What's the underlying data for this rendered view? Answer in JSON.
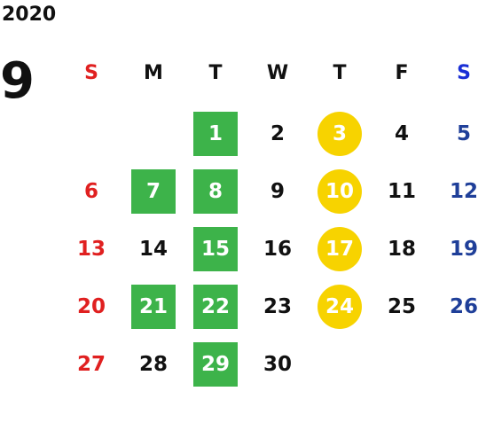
{
  "calendar": {
    "year": "2020",
    "month": "9",
    "weekdays": [
      "S",
      "M",
      "T",
      "W",
      "T",
      "F",
      "S"
    ],
    "colors": {
      "sunday": "#e02020",
      "saturday_header": "#1a2fd6",
      "saturday": "#1f3f99",
      "green_highlight": "#3db34a",
      "yellow_highlight": "#f7d300"
    },
    "weeks": [
      [
        {
          "day": "",
          "mark": "none"
        },
        {
          "day": "",
          "mark": "none"
        },
        {
          "day": "1",
          "mark": "green"
        },
        {
          "day": "2",
          "mark": "none"
        },
        {
          "day": "3",
          "mark": "yellow"
        },
        {
          "day": "4",
          "mark": "none"
        },
        {
          "day": "5",
          "mark": "none"
        }
      ],
      [
        {
          "day": "6",
          "mark": "none"
        },
        {
          "day": "7",
          "mark": "green"
        },
        {
          "day": "8",
          "mark": "green"
        },
        {
          "day": "9",
          "mark": "none"
        },
        {
          "day": "10",
          "mark": "yellow"
        },
        {
          "day": "11",
          "mark": "none"
        },
        {
          "day": "12",
          "mark": "none"
        }
      ],
      [
        {
          "day": "13",
          "mark": "none"
        },
        {
          "day": "14",
          "mark": "none"
        },
        {
          "day": "15",
          "mark": "green"
        },
        {
          "day": "16",
          "mark": "none"
        },
        {
          "day": "17",
          "mark": "yellow"
        },
        {
          "day": "18",
          "mark": "none"
        },
        {
          "day": "19",
          "mark": "none"
        }
      ],
      [
        {
          "day": "20",
          "mark": "none"
        },
        {
          "day": "21",
          "mark": "green"
        },
        {
          "day": "22",
          "mark": "green"
        },
        {
          "day": "23",
          "mark": "none"
        },
        {
          "day": "24",
          "mark": "yellow"
        },
        {
          "day": "25",
          "mark": "none"
        },
        {
          "day": "26",
          "mark": "none"
        }
      ],
      [
        {
          "day": "27",
          "mark": "none"
        },
        {
          "day": "28",
          "mark": "none"
        },
        {
          "day": "29",
          "mark": "green"
        },
        {
          "day": "30",
          "mark": "none"
        },
        {
          "day": "",
          "mark": "none"
        },
        {
          "day": "",
          "mark": "none"
        },
        {
          "day": "",
          "mark": "none"
        }
      ]
    ]
  }
}
